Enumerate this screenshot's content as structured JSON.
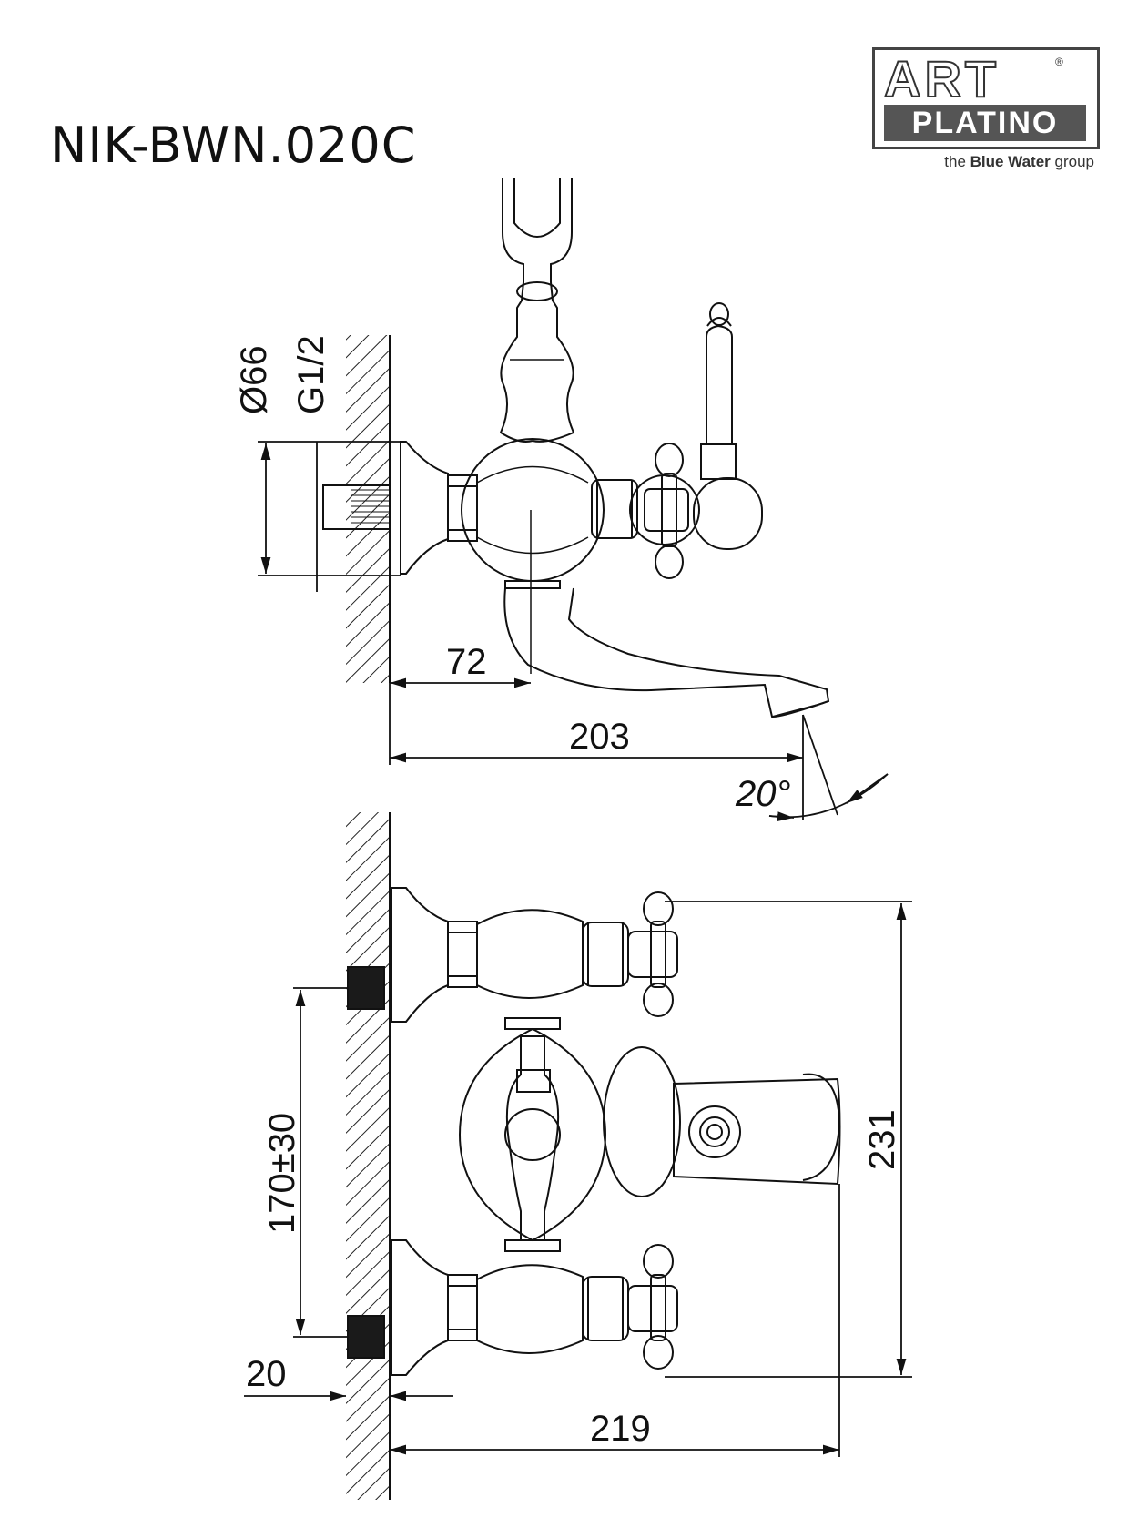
{
  "title": "NIK-BWN.020C",
  "logo": {
    "line1": "ART",
    "line2": "PLATINO",
    "tagline_prefix": "the ",
    "tagline_bold": "Blue Water",
    "tagline_suffix": " group",
    "registered": "®"
  },
  "top_view": {
    "dim_diameter": "Ø66",
    "dim_thread": "G1/2",
    "dim_72": "72",
    "dim_203": "203",
    "dim_angle": "20°"
  },
  "bottom_view": {
    "dim_170": "170±30",
    "dim_20": "20",
    "dim_219": "219",
    "dim_231": "231"
  }
}
